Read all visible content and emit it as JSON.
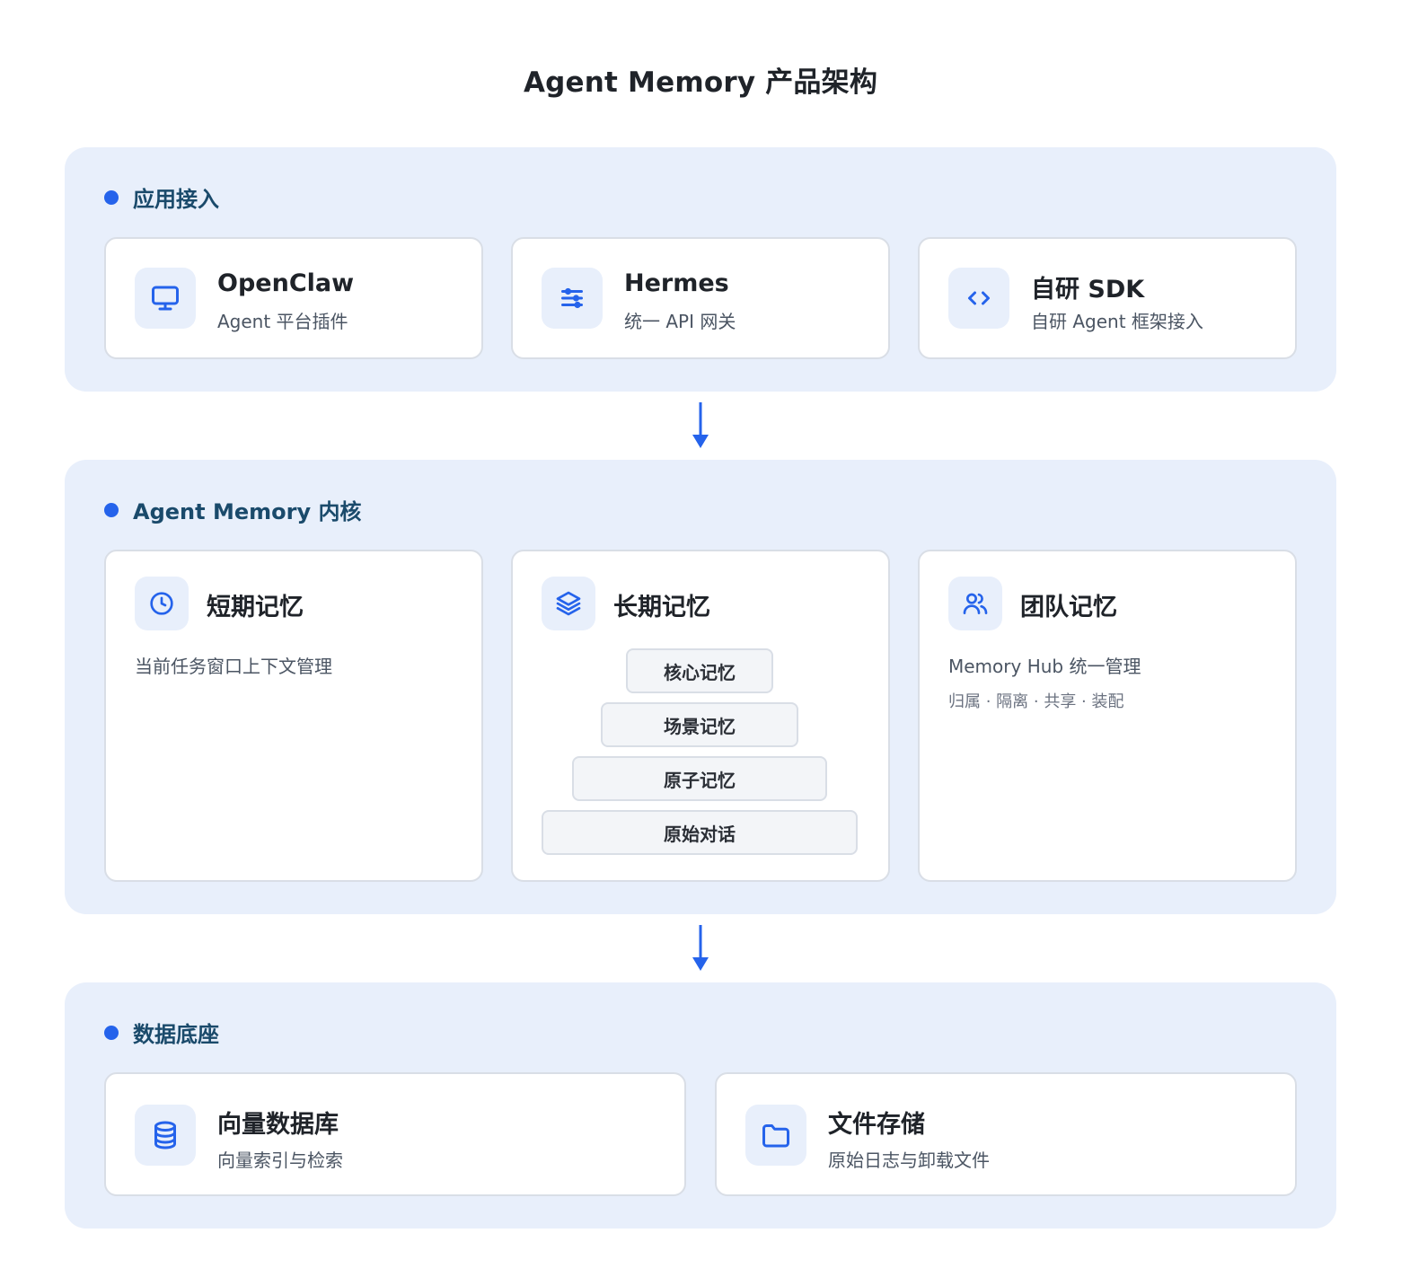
{
  "title": "Agent Memory 产品架构",
  "colors": {
    "accent": "#2563eb",
    "section_bg": "#e8effb",
    "section_title": "#1a4a6b"
  },
  "sections": {
    "apps": {
      "title": "应用接入",
      "cards": [
        {
          "icon": "monitor-icon",
          "title": "OpenClaw",
          "subtitle": "Agent 平台插件"
        },
        {
          "icon": "sliders-icon",
          "title": "Hermes",
          "subtitle": "统一 API 网关"
        },
        {
          "icon": "code-icon",
          "title": "自研 SDK",
          "subtitle": "自研 Agent 框架接入"
        }
      ]
    },
    "core": {
      "title": "Agent Memory 内核",
      "short_term": {
        "icon": "clock-icon",
        "title": "短期记忆",
        "subtitle": "当前任务窗口上下文管理"
      },
      "long_term": {
        "icon": "layers-icon",
        "title": "长期记忆",
        "layers": [
          "核心记忆",
          "场景记忆",
          "原子记忆",
          "原始对话"
        ]
      },
      "team": {
        "icon": "users-icon",
        "title": "团队记忆",
        "subtitle": "Memory Hub 统一管理",
        "tags": "归属 · 隔离 · 共享 · 装配"
      }
    },
    "data": {
      "title": "数据底座",
      "cards": [
        {
          "icon": "database-icon",
          "title": "向量数据库",
          "subtitle": "向量索引与检索"
        },
        {
          "icon": "folder-icon",
          "title": "文件存储",
          "subtitle": "原始日志与卸载文件"
        }
      ]
    }
  }
}
